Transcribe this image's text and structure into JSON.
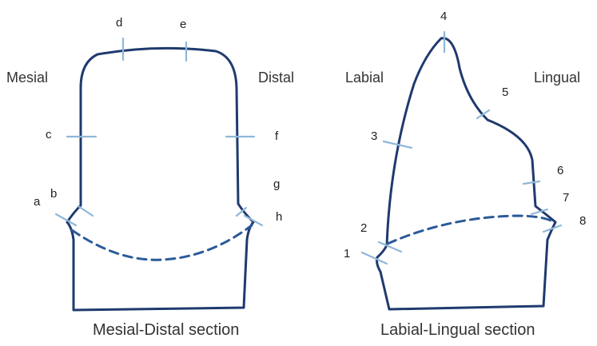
{
  "panels": {
    "mesial_distal": {
      "caption": "Mesial-Distal section",
      "left_side": "Mesial",
      "right_side": "Distal",
      "points": [
        "a",
        "b",
        "c",
        "d",
        "e",
        "f",
        "g",
        "h"
      ]
    },
    "labial_lingual": {
      "caption": "Labial-Lingual section",
      "left_side": "Labial",
      "right_side": "Lingual",
      "points": [
        "1",
        "2",
        "3",
        "4",
        "5",
        "6",
        "7",
        "8"
      ]
    }
  },
  "colors": {
    "outline": "#1f3a6e",
    "cej_dashed": "#2b5a9a",
    "measurement_tick": "#8fb7d9"
  }
}
